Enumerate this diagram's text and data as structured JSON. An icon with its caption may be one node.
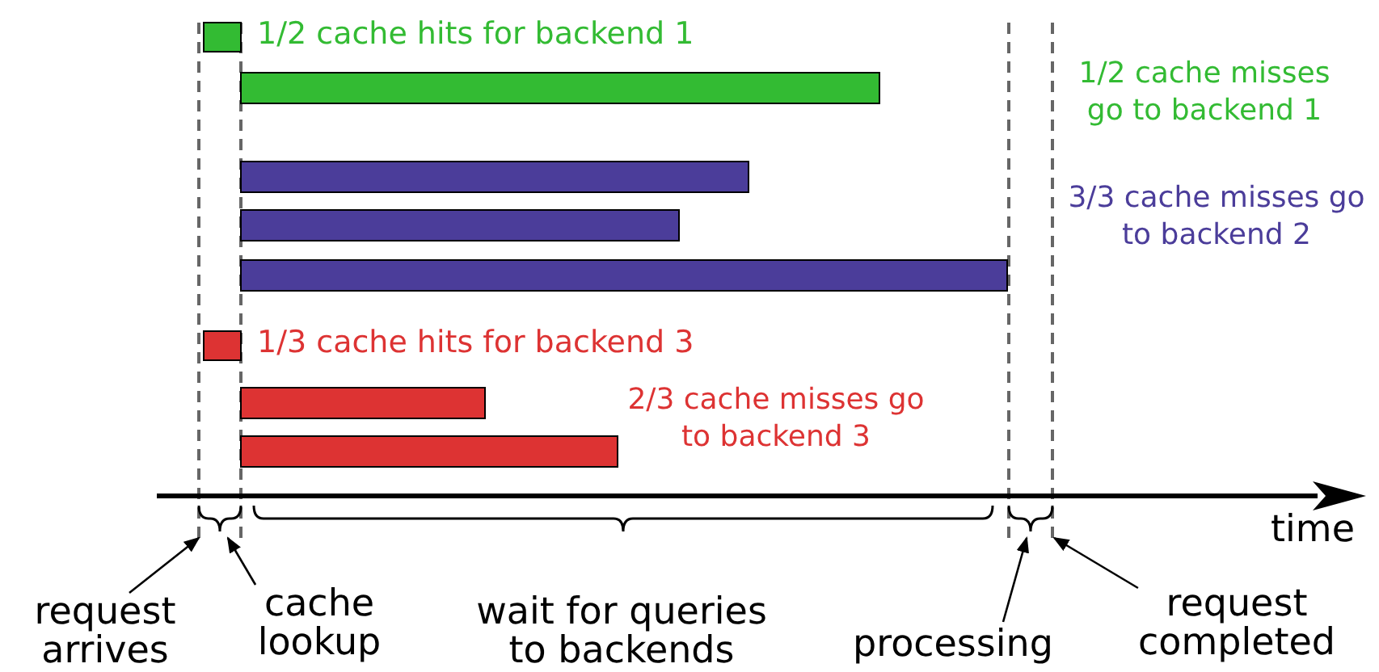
{
  "diagram": {
    "nodes": [
      {
        "text": [
          "request arrives"
        ]
      },
      {
        "text": [
          "cache lookup"
        ]
      },
      {
        "text": [
          "processing"
        ]
      },
      {
        "text": [
          "request completed"
        ]
      },
      {
        "text": [],
        "shape": "bar"
      },
      {
        "text": [],
        "shape": "bar"
      },
      {
        "text": [],
        "shape": "bar"
      },
      {
        "text": [],
        "shape": "bar"
      },
      {
        "text": [],
        "shape": "bar"
      },
      {
        "text": [],
        "shape": "bar"
      },
      {
        "text": [],
        "shape": "bar"
      },
      {
        "text": [],
        "shape": "bar"
      },
      {
        "text": [],
        "shape": "brace"
      },
      {
        "text": [],
        "shape": "brace"
      },
      {
        "text": [],
        "shape": "brace"
      }
    ],
    "edges": [
      {
        "from": 0,
        "to": 12,
        "arrow": "to"
      },
      {
        "from": 1,
        "to": 12,
        "arrow": "to"
      },
      {
        "from": 2,
        "to": 14,
        "arrow": "to"
      },
      {
        "from": 3,
        "to": 14,
        "arrow": "to"
      }
    ],
    "labels": [
      "1/2 cache hits for backend 1",
      "1/2 cache misses go to backend 1",
      "3/3 cache misses go to backend 2",
      "1/3 cache hits for backend 3",
      "2/3 cache misses go to backend 3",
      "time",
      "wait for queries to backends"
    ]
  }
}
